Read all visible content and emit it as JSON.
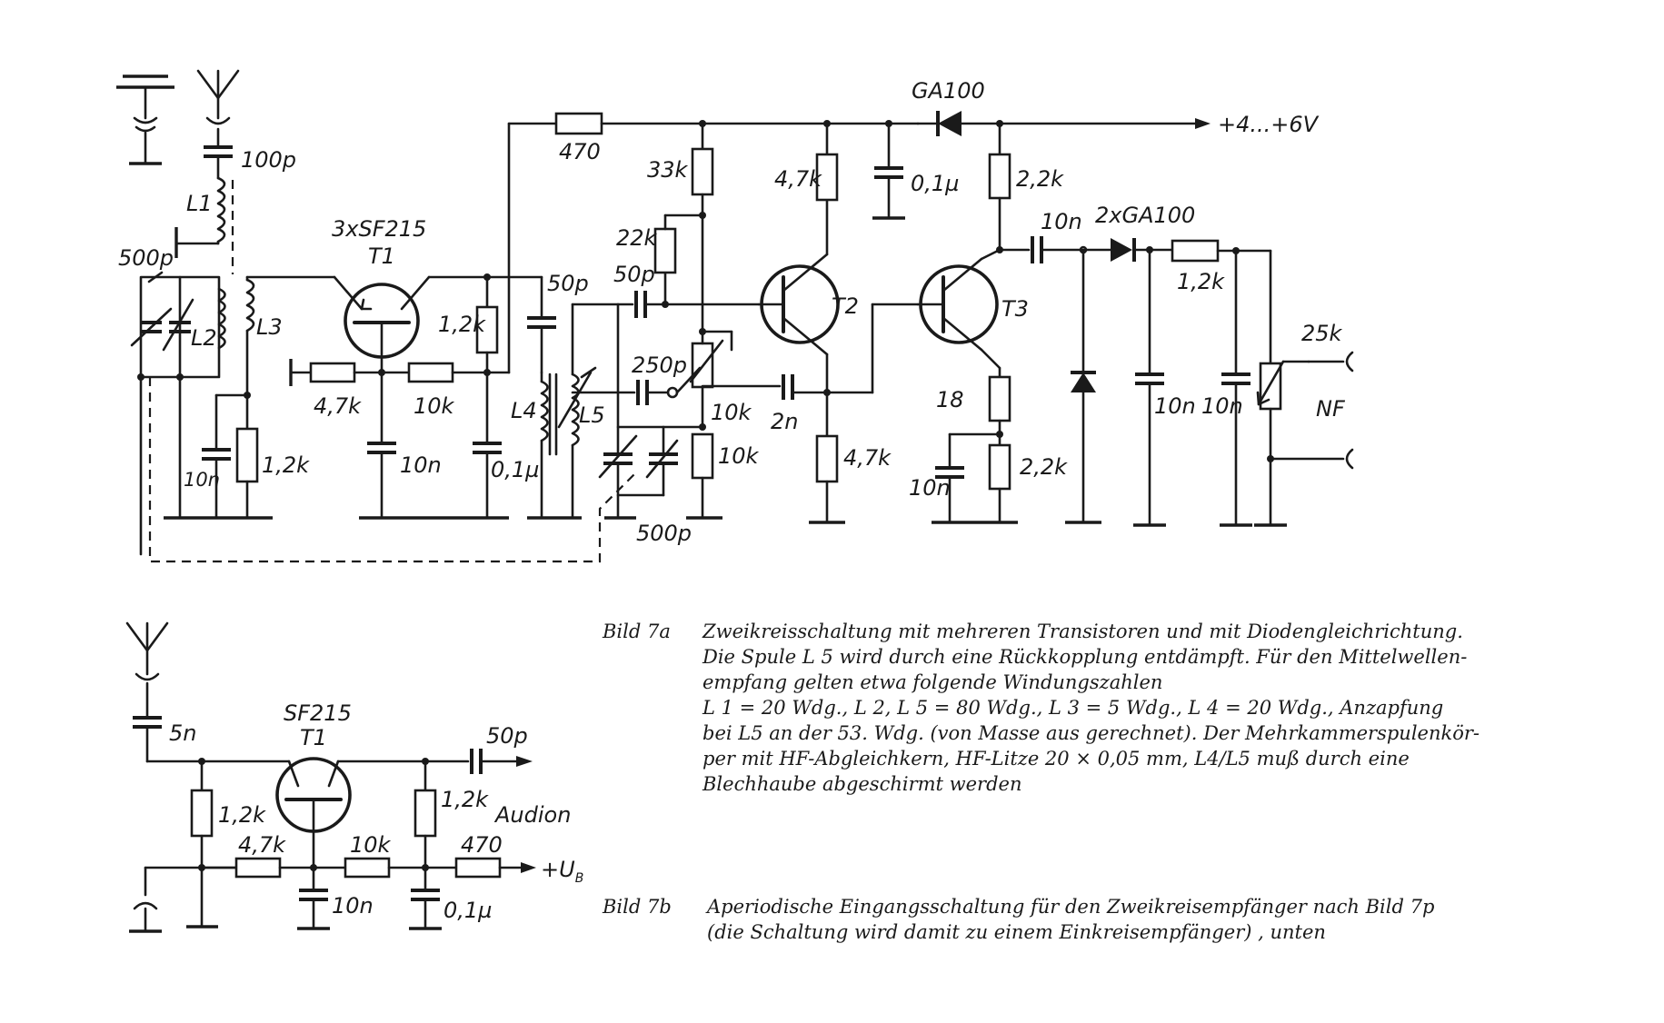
{
  "labels": {
    "t1_type": "3xSF215",
    "t1": "T1",
    "t2": "T2",
    "t3": "T3",
    "l1": "L1",
    "l2": "L2",
    "l3": "L3",
    "l4": "L4",
    "l5": "L5",
    "c_100p": "100p",
    "c_500p_left": "500p",
    "r_470": "470",
    "d_ga100": "GA100",
    "supply": "+4...+6V",
    "r_33k": "33k",
    "r_22k": "22k",
    "r_47k_t2": "4,7k",
    "c_01u_top": "0,1µ",
    "r_22k_t3": "2,2k",
    "c_10n_t3": "10n",
    "d_2xga100": "2xGA100",
    "c_50p_a": "50p",
    "c_50p_b": "50p",
    "r_12k_t1": "1,2k",
    "r_47k_t1": "4,7k",
    "r_10k_t1": "10k",
    "c_250p": "250p",
    "r_10k_pot": "10k",
    "c_2n": "2n",
    "r_12k_out": "1,2k",
    "pot_25k": "25k",
    "nf": "NF",
    "r_18": "18",
    "c_10n_l": "10n",
    "r_12k_l": "1,2k",
    "c_10n_t1": "10n",
    "c_01u_t1": "0,1µ",
    "r_10k_low": "10k",
    "r_47k_t2e": "4,7k",
    "c_10n_e3": "10n",
    "r_22k_e3": "2,2k",
    "c_10n_d1": "10n",
    "c_10n_d2": "10n",
    "c_500p_bot": "500p"
  },
  "labels_b": {
    "t1_type": "SF215",
    "t1": "T1",
    "c_5n": "5n",
    "c_50p": "50p",
    "r_12k_a": "1,2k",
    "r_12k_b": "1,2k",
    "audion": "Audion",
    "r_47k": "4,7k",
    "r_10k": "10k",
    "r_470": "470",
    "supply": "+U",
    "supply_sub": "B",
    "c_10n": "10n",
    "c_01u": "0,1µ"
  },
  "captions": {
    "fig7a": {
      "title": "Bild 7a",
      "lines": [
        "Zweikreisschaltung mit mehreren Transistoren und mit Diodengleichrichtung.",
        "Die Spule L 5 wird durch eine Rückkopplung entdämpft. Für den Mittelwellen-",
        "empfang gelten etwa folgende Windungszahlen",
        "L 1 = 20 Wdg., L 2, L 5 = 80 Wdg., L 3 = 5 Wdg., L 4 = 20 Wdg., Anzapfung",
        "bei L5 an der 53. Wdg. (von Masse aus gerechnet). Der Mehrkammerspulenkör-",
        "per mit HF-Abgleichkern, HF-Litze 20 × 0,05 mm, L4/L5 muß durch eine",
        "Blechhaube abgeschirmt werden"
      ]
    },
    "fig7b": {
      "title": "Bild 7b",
      "lines": [
        "Aperiodische Eingangsschaltung für den Zweikreisempfänger nach Bild 7p",
        "(die Schaltung wird damit zu einem Einkreisempfänger) , unten"
      ]
    }
  }
}
